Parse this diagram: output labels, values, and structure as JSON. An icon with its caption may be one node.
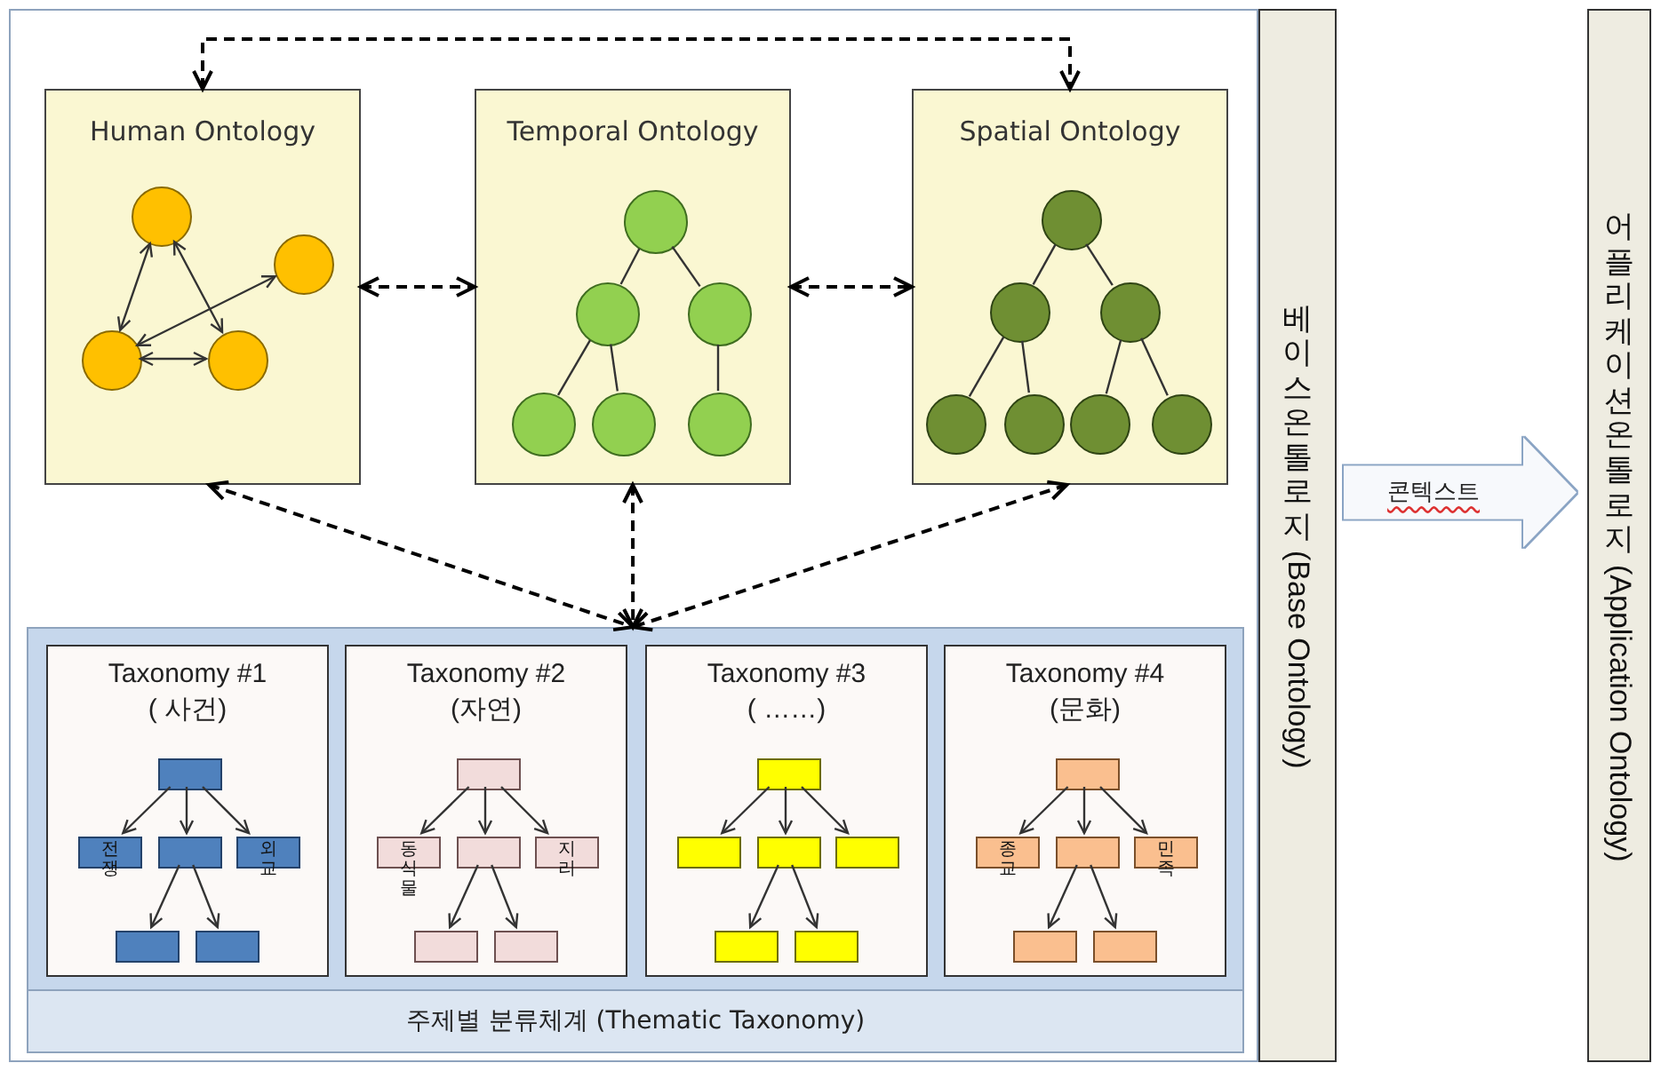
{
  "diagram": {
    "nodes": [
      {
        "text": [
          "Human Ontology"
        ]
      },
      {
        "text": [],
        "shape": "circle",
        "in": 0
      },
      {
        "text": [],
        "shape": "circle",
        "in": 0
      },
      {
        "text": [],
        "shape": "circle",
        "in": 0
      },
      {
        "text": [],
        "shape": "circle",
        "in": 0
      },
      {
        "text": [
          "Temporal Ontology"
        ]
      },
      {
        "text": [],
        "shape": "circle",
        "in": 5
      },
      {
        "text": [],
        "shape": "circle",
        "in": 5
      },
      {
        "text": [],
        "shape": "circle",
        "in": 5
      },
      {
        "text": [],
        "shape": "circle",
        "in": 5
      },
      {
        "text": [],
        "shape": "circle",
        "in": 5
      },
      {
        "text": [],
        "shape": "circle",
        "in": 5
      },
      {
        "text": [
          "Spatial Ontology"
        ]
      },
      {
        "text": [],
        "shape": "circle",
        "in": 12
      },
      {
        "text": [],
        "shape": "circle",
        "in": 12
      },
      {
        "text": [],
        "shape": "circle",
        "in": 12
      },
      {
        "text": [],
        "shape": "circle",
        "in": 12
      },
      {
        "text": [],
        "shape": "circle",
        "in": 12
      },
      {
        "text": [],
        "shape": "circle",
        "in": 12
      },
      {
        "text": [],
        "shape": "circle",
        "in": 12
      },
      {
        "text": [
          "주제별 분류체계 (Thematic Taxonomy)"
        ]
      },
      {
        "text": [
          "Taxonomy #1",
          "( 사건)"
        ],
        "in": 20
      },
      {
        "text": [],
        "shape": "box",
        "in": 21
      },
      {
        "text": [
          "전쟁"
        ],
        "in": 21
      },
      {
        "text": [],
        "shape": "box",
        "in": 21
      },
      {
        "text": [
          "외교"
        ],
        "in": 21
      },
      {
        "text": [],
        "shape": "box",
        "in": 21
      },
      {
        "text": [],
        "shape": "box",
        "in": 21
      },
      {
        "text": [
          "Taxonomy #2",
          "(자연)"
        ],
        "in": 20
      },
      {
        "text": [],
        "shape": "box",
        "in": 28
      },
      {
        "text": [
          "동식물"
        ],
        "in": 28
      },
      {
        "text": [],
        "shape": "box",
        "in": 28
      },
      {
        "text": [
          "지리"
        ],
        "in": 28
      },
      {
        "text": [],
        "shape": "box",
        "in": 28
      },
      {
        "text": [],
        "shape": "box",
        "in": 28
      },
      {
        "text": [
          "Taxonomy #3",
          "( ……)"
        ],
        "in": 20
      },
      {
        "text": [],
        "shape": "box",
        "in": 35
      },
      {
        "text": [],
        "shape": "box",
        "in": 35
      },
      {
        "text": [],
        "shape": "box",
        "in": 35
      },
      {
        "text": [],
        "shape": "box",
        "in": 35
      },
      {
        "text": [],
        "shape": "box",
        "in": 35
      },
      {
        "text": [],
        "shape": "box",
        "in": 35
      },
      {
        "text": [
          "Taxonomy #4",
          "(문화)"
        ],
        "in": 20
      },
      {
        "text": [],
        "shape": "box",
        "in": 42
      },
      {
        "text": [
          "종교"
        ],
        "in": 42
      },
      {
        "text": [],
        "shape": "box",
        "in": 42
      },
      {
        "text": [
          "민족"
        ],
        "in": 42
      },
      {
        "text": [],
        "shape": "box",
        "in": 42
      },
      {
        "text": [],
        "shape": "box",
        "in": 42
      },
      {
        "text": [
          "베이스 온톨로지 (Base Ontology)"
        ]
      },
      {
        "text": [
          "어플리케이션 온톨로지 (Application Ontology)"
        ]
      }
    ],
    "edges": [
      {
        "from": 0,
        "to": 5,
        "arrow": "both",
        "style": "dashed"
      },
      {
        "from": 5,
        "to": 12,
        "arrow": "both",
        "style": "dashed"
      },
      {
        "from": 0,
        "to": 12,
        "arrow": "both",
        "style": "dashed"
      },
      {
        "from": 0,
        "to": 20,
        "arrow": "both",
        "style": "dashed"
      },
      {
        "from": 5,
        "to": 20,
        "arrow": "both",
        "style": "dashed"
      },
      {
        "from": 12,
        "to": 20,
        "arrow": "both",
        "style": "dashed"
      },
      {
        "from": 49,
        "to": 50,
        "arrow": "to",
        "style": "thick",
        "color": "#f7f9fc",
        "label": "콘텍스트"
      },
      {
        "from": 1,
        "to": 3,
        "arrow": "both"
      },
      {
        "from": 1,
        "to": 4,
        "arrow": "both"
      },
      {
        "from": 2,
        "to": 3,
        "arrow": "both"
      },
      {
        "from": 3,
        "to": 4,
        "arrow": "both"
      },
      {
        "from": 6,
        "to": 7,
        "arrow": "none"
      },
      {
        "from": 6,
        "to": 8,
        "arrow": "none"
      },
      {
        "from": 7,
        "to": 9,
        "arrow": "none"
      },
      {
        "from": 7,
        "to": 10,
        "arrow": "none"
      },
      {
        "from": 8,
        "to": 11,
        "arrow": "none"
      },
      {
        "from": 13,
        "to": 14,
        "arrow": "none"
      },
      {
        "from": 13,
        "to": 15,
        "arrow": "none"
      },
      {
        "from": 14,
        "to": 16,
        "arrow": "none"
      },
      {
        "from": 14,
        "to": 17,
        "arrow": "none"
      },
      {
        "from": 15,
        "to": 18,
        "arrow": "none"
      },
      {
        "from": 15,
        "to": 19,
        "arrow": "none"
      },
      {
        "from": 22,
        "to": 23,
        "arrow": "to"
      },
      {
        "from": 22,
        "to": 24,
        "arrow": "to"
      },
      {
        "from": 22,
        "to": 25,
        "arrow": "to"
      },
      {
        "from": 24,
        "to": 26,
        "arrow": "to"
      },
      {
        "from": 24,
        "to": 27,
        "arrow": "to"
      },
      {
        "from": 29,
        "to": 30,
        "arrow": "to"
      },
      {
        "from": 29,
        "to": 31,
        "arrow": "to"
      },
      {
        "from": 29,
        "to": 32,
        "arrow": "to"
      },
      {
        "from": 31,
        "to": 33,
        "arrow": "to"
      },
      {
        "from": 31,
        "to": 34,
        "arrow": "to"
      },
      {
        "from": 36,
        "to": 37,
        "arrow": "to"
      },
      {
        "from": 36,
        "to": 38,
        "arrow": "to"
      },
      {
        "from": 36,
        "to": 39,
        "arrow": "to"
      },
      {
        "from": 38,
        "to": 40,
        "arrow": "to"
      },
      {
        "from": 38,
        "to": 41,
        "arrow": "to"
      },
      {
        "from": 43,
        "to": 44,
        "arrow": "to"
      },
      {
        "from": 43,
        "to": 45,
        "arrow": "to"
      },
      {
        "from": 43,
        "to": 46,
        "arrow": "to"
      },
      {
        "from": 45,
        "to": 47,
        "arrow": "to"
      },
      {
        "from": 45,
        "to": 48,
        "arrow": "to"
      }
    ]
  }
}
